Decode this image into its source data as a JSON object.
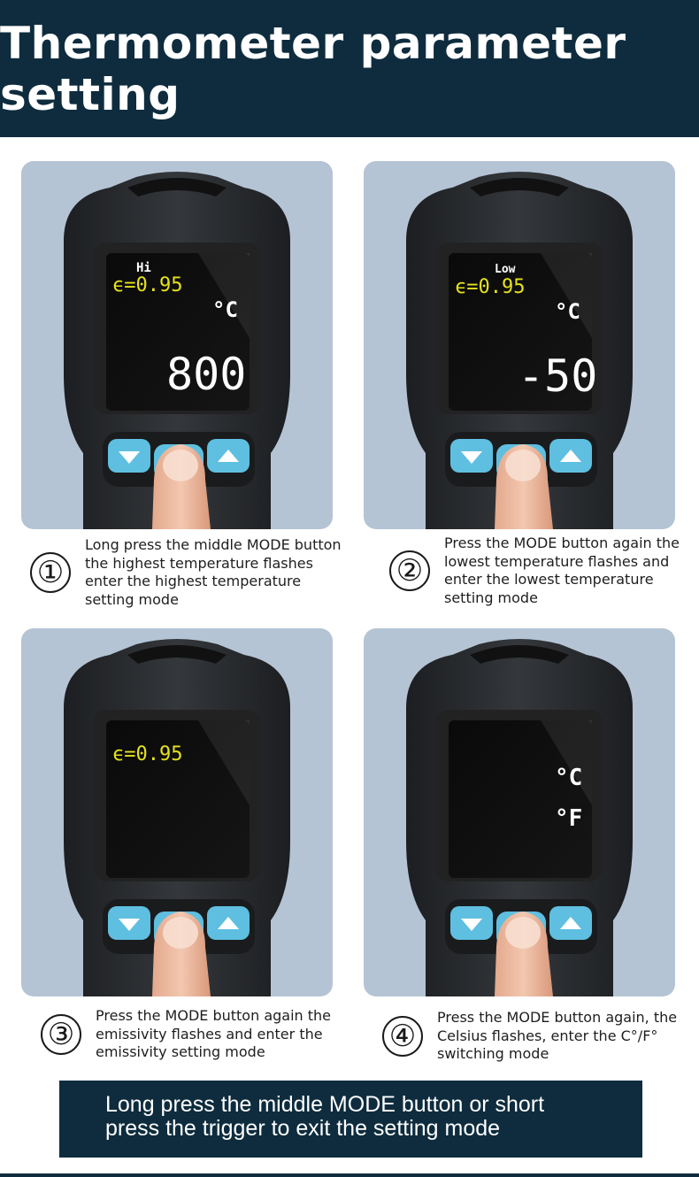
{
  "header": {
    "title": "Thermometer parameter setting"
  },
  "steps": [
    {
      "number": "①",
      "screen": {
        "label": "Hi",
        "emissivity": "ϵ=0.95",
        "unit": "°C",
        "reading": "800"
      },
      "caption": "Long press the middle MODE button\nthe highest temperature flashes\nenter the highest temperature\nsetting mode"
    },
    {
      "number": "②",
      "screen": {
        "label": "Low",
        "emissivity": "ϵ=0.95",
        "unit": "°C",
        "reading": "-50"
      },
      "caption": "Press the MODE button again the\nlowest temperature flashes and\nenter the lowest temperature\nsetting mode"
    },
    {
      "number": "③",
      "screen": {
        "emissivity": "ϵ=0.95"
      },
      "caption": "Press the MODE button again the\nemissivity flashes and enter the\nemissivity setting mode"
    },
    {
      "number": "④",
      "screen": {
        "unit_c": "°C",
        "unit_f": "°F"
      },
      "caption": "Press the MODE button again, the\nCelsius flashes, enter the C°/F°\nswitching mode"
    }
  ],
  "footer": {
    "line1": "Long press the middle MODE button or short",
    "line2": "press the trigger to exit the setting mode"
  },
  "colors": {
    "header_bg": "#0e2c3e",
    "panel_bg": "#b4c4d4",
    "button_blue": "#5fbfe0",
    "emissivity_yellow": "#e6e21a"
  },
  "icons": [
    "down-arrow-icon",
    "up-arrow-icon",
    "finger-icon"
  ]
}
